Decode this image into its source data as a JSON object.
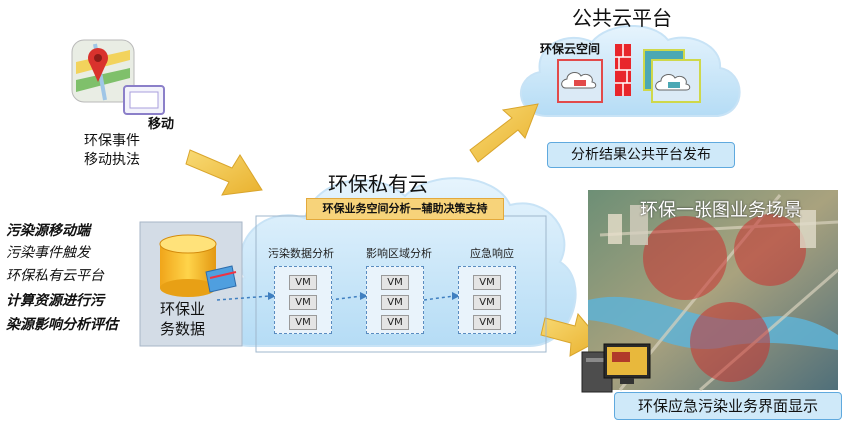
{
  "mobile": {
    "label": "移动",
    "caption": [
      "环保事件",
      "移动执法"
    ]
  },
  "public_cloud": {
    "title": "公共云平台",
    "space_label": "环保云空间",
    "banner": "分析结果公共平台发布"
  },
  "private_cloud": {
    "title": "环保私有云",
    "banner": "环保业务空间分析—辅助决策支持",
    "panels": [
      {
        "title": "污染数据分析",
        "vms": [
          "VM",
          "VM",
          "VM"
        ]
      },
      {
        "title": "影响区域分析",
        "vms": [
          "VM",
          "VM",
          "VM"
        ]
      },
      {
        "title": "应急响应",
        "vms": [
          "VM",
          "VM",
          "VM"
        ]
      }
    ]
  },
  "data_source": {
    "label": [
      "环保业",
      "务数据"
    ]
  },
  "left_list": [
    {
      "text": "污染源移动端",
      "bold": true
    },
    {
      "text": "污染事件触发",
      "bold": false
    },
    {
      "text": "环保私有云平台",
      "bold": false
    },
    {
      "text": "计算资源进行污",
      "bold": true
    },
    {
      "text": "染源影响分析评估",
      "bold": true
    }
  ],
  "map_scene": {
    "title": "环保一张图业务场景"
  },
  "display": {
    "banner": "环保应急污染业务界面显示"
  },
  "colors": {
    "arrow": "#f3c84e",
    "cloud": "#d2ebfb",
    "cloud_border": "#bcdcf4",
    "banner": "#cfe9f9",
    "firewall": "#e8262b",
    "data_blue": "#2f72b5"
  }
}
